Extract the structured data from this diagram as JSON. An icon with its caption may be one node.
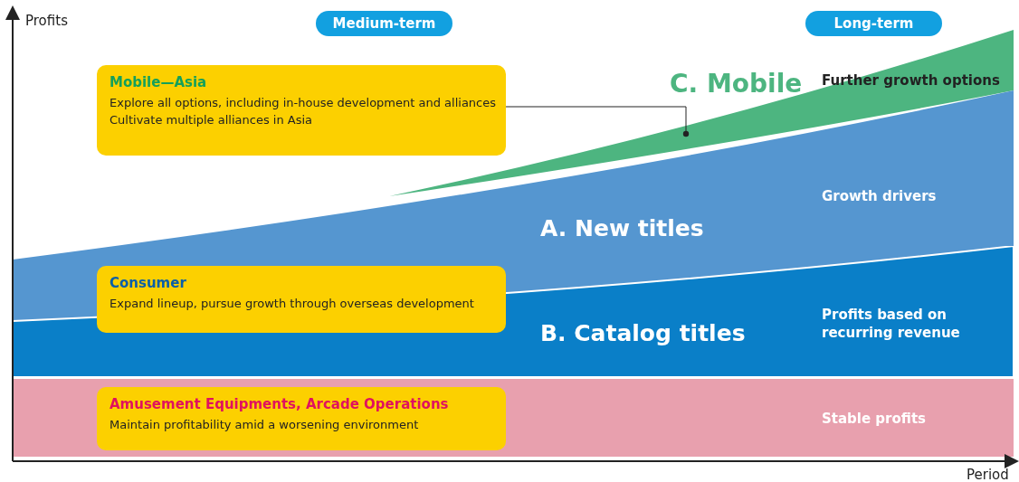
{
  "diagram": {
    "nodes": [
      {
        "text": [
          "Medium-term"
        ]
      },
      {
        "text": [
          "Long-term"
        ]
      },
      {
        "text": [
          "Mobile—Asia",
          "Explore all options, including in-house development and alliances",
          "Cultivate multiple alliances in Asia"
        ]
      },
      {
        "text": [
          "C. Mobile",
          "Further growth options"
        ]
      },
      {
        "text": [
          "A. New titles",
          "Growth drivers"
        ]
      },
      {
        "text": [
          "B. Catalog titles",
          "Profits based on recurring revenue"
        ]
      },
      {
        "text": [
          "Consumer",
          "Expand lineup, pursue growth through overseas development"
        ]
      },
      {
        "text": [
          "Stable profits"
        ]
      },
      {
        "text": [
          "Amusement Equipments, Arcade Operations",
          "Maintain profitability amid a worsening environment"
        ],
        "in": 7
      }
    ],
    "edges": [
      {
        "from": 2,
        "to": 3,
        "arrow": "other"
      }
    ],
    "labels": [
      "Profits",
      "Period"
    ]
  }
}
